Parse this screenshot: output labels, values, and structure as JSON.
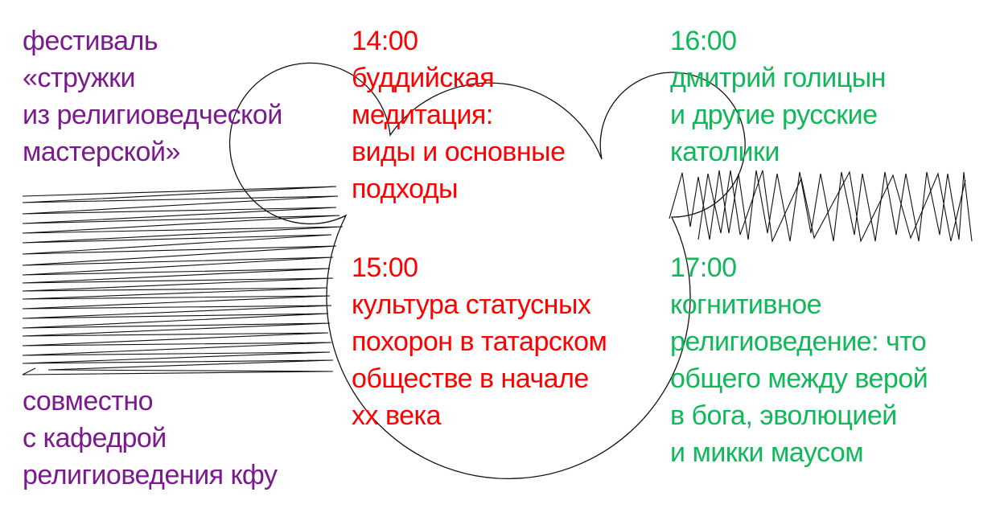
{
  "festival": {
    "color": "#7a1a8e",
    "title_lines": [
      "фестиваль",
      "«стружки",
      "из религиоведческой",
      "мастерской»"
    ],
    "partner_lines": [
      "совместно",
      "с кафедрой",
      "религиоведения кфу"
    ]
  },
  "schedule": [
    {
      "time": "14:00",
      "color": "#ff0000",
      "title_lines": [
        "буддийская",
        "медитация:",
        "виды и основные",
        "подходы"
      ]
    },
    {
      "time": "15:00",
      "color": "#ff0000",
      "title_lines": [
        "культура статусных",
        "похорон в татарском",
        "обществе в начале",
        "хх века"
      ]
    },
    {
      "time": "16:00",
      "color": "#10b85a",
      "title_lines": [
        "дмитрий голицын",
        "и другие русские",
        "католики"
      ]
    },
    {
      "time": "17:00",
      "color": "#10b85a",
      "title_lines": [
        "когнитивное",
        "религиоведение: что",
        "общего между верой",
        "в бога, эволюцией",
        "и микки маусом"
      ]
    }
  ],
  "decorations": {
    "mouse_outline": "mickey-mouse-head-icon",
    "left_scribble": "horizontal-scribble-lines",
    "right_scribble": "zigzag-scribble-lines",
    "stroke_color": "#111111"
  }
}
